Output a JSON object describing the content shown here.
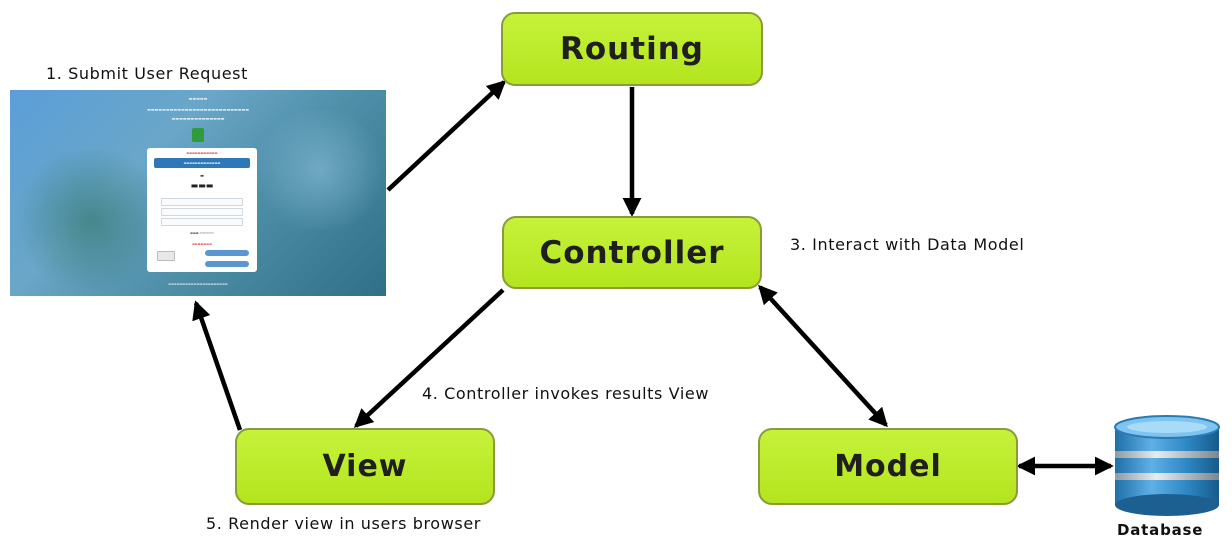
{
  "nodes": {
    "routing": "Routing",
    "controller": "Controller",
    "view": "View",
    "model": "Model"
  },
  "steps": {
    "step1": "1. Submit User Request",
    "step3": "3. Interact with Data Model",
    "step4": "4. Controller invokes results View",
    "step5": "5. Render view in users browser"
  },
  "database_label": "Database",
  "colors": {
    "node_fill": "#b8e92a",
    "node_border": "#8b9a3a",
    "arrow": "#000000",
    "db_blue": "#3a8fd0"
  },
  "icons": {
    "database": "database-cylinder-icon",
    "screenshot": "browser-login-screenshot"
  }
}
